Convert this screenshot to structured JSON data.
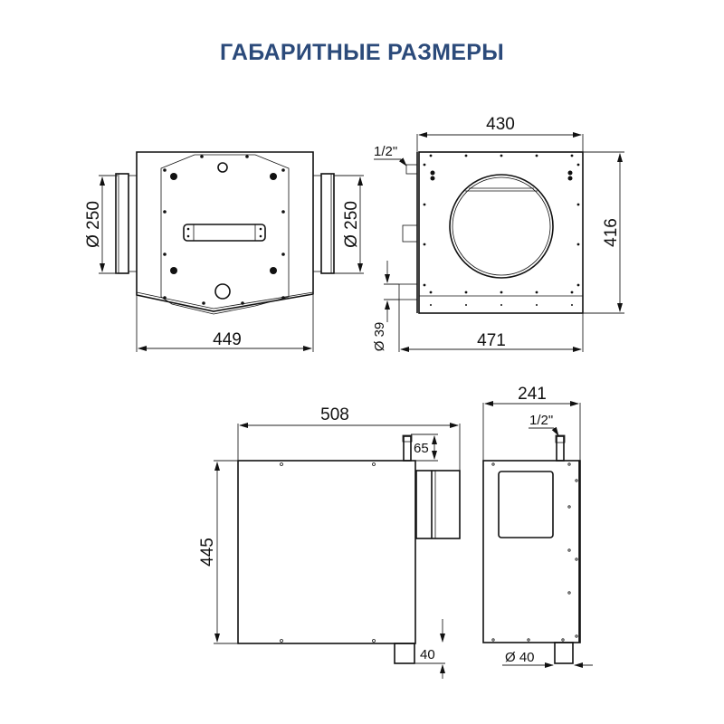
{
  "header": {
    "title": "ГАБАРИТНЫЕ РАЗМЕРЫ"
  },
  "views": {
    "top_view": {
      "dims": {
        "inlet_left": "Ø 250",
        "inlet_right": "Ø 250",
        "width": "449"
      }
    },
    "front_view": {
      "dims": {
        "width_top": "430",
        "height": "416",
        "width_bottom": "471",
        "drain": "Ø 39",
        "thread": "1/2\""
      }
    },
    "side_view": {
      "dims": {
        "length": "508",
        "height": "445",
        "fitting_height": "65",
        "drain_height": "40"
      }
    },
    "end_view": {
      "dims": {
        "width": "241",
        "thread": "1/2\"",
        "drain": "Ø 40"
      }
    }
  },
  "colors": {
    "title": "#2b4a7a",
    "line": "#111111"
  }
}
